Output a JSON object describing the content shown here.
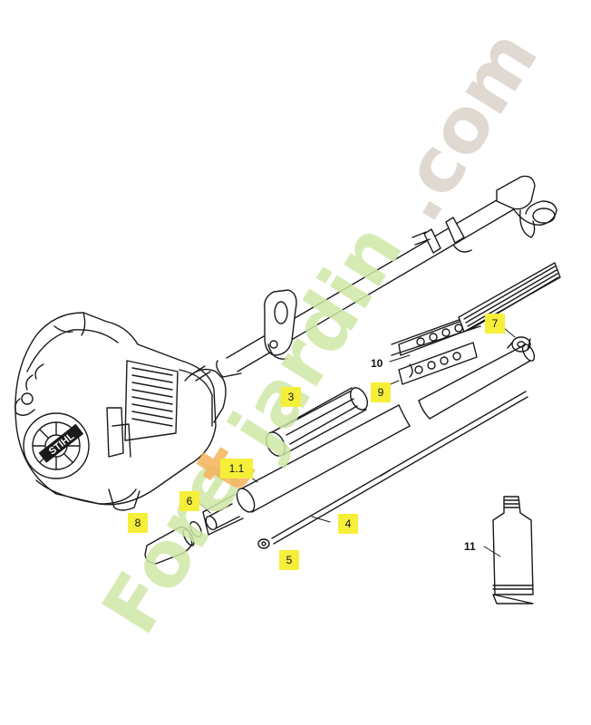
{
  "watermark": {
    "text_green": "Fore",
    "text_orange": "t",
    "text_green2": "jardin",
    "text_gray": ".com",
    "green": "#cfe7a6",
    "orange": "#f4b35a",
    "gray": "#ddd5cc"
  },
  "engine_brand": "STIHL",
  "callouts": {
    "p1": "1.1",
    "p3": "3",
    "p4": "4",
    "p5": "5",
    "p6": "6",
    "p7": "7",
    "p8": "8",
    "p9": "9",
    "p10": "10",
    "p11": "11"
  },
  "colors": {
    "highlight": "#f6ef3a",
    "line": "#1a1a1a"
  }
}
